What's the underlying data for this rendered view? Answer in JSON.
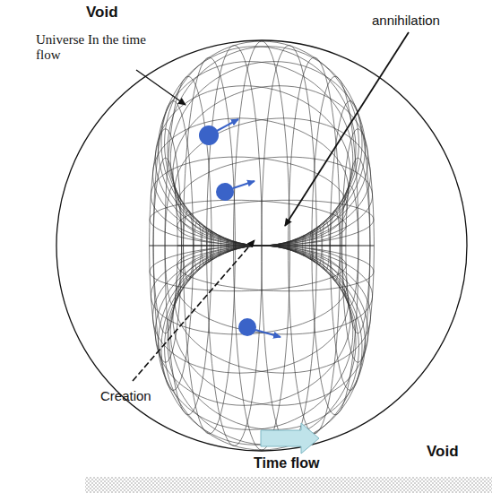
{
  "diagram": {
    "labels": [
      "Void",
      "Universe In the time flow",
      "annihilation",
      "Creation",
      "Time flow",
      "Void"
    ]
  }
}
